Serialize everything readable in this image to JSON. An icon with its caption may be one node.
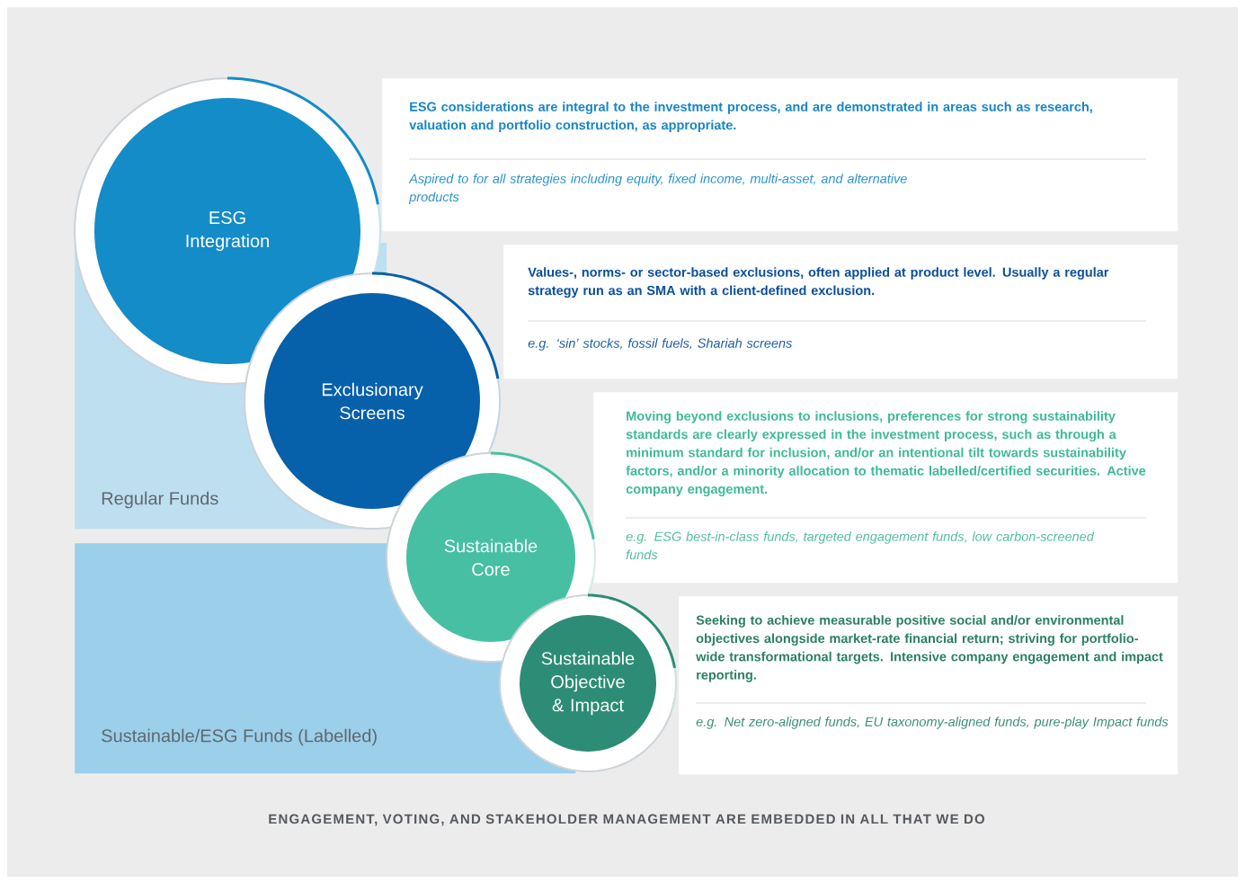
{
  "diagram": {
    "caption": "ENGAGEMENT, VOTING, AND STAKEHOLDER MANAGEMENT ARE EMBEDDED IN ALL THAT WE DO",
    "nodes": [
      {
        "text": [
          "ESG Integration"
        ]
      },
      {
        "text": [
          "ESG considerations are integral to the investment process, and are demonstrated in areas such as research, valuation and portfolio construction, as appropriate.",
          "Aspired to for all strategies including equity, fixed income, multi-asset, and alternative products"
        ]
      },
      {
        "text": [
          "Exclusionary Screens"
        ]
      },
      {
        "text": [
          "Values-, norms- or sector-based exclusions, often applied at product level. Usually a regular strategy run as an SMA with a client-defined exclusion.",
          "e.g. ‘sin’ stocks, fossil fuels, Shariah screens"
        ]
      },
      {
        "text": [
          "Sustainable Core"
        ]
      },
      {
        "text": [
          "Moving beyond exclusions to inclusions, preferences for strong sustainability standards are clearly expressed in the investment process, such as through a minimum standard for inclusion, and/or an intentional tilt towards sustainability factors, and/or a minority allocation to thematic labelled/certified securities. Active company engagement.",
          "e.g. ESG best-in-class funds, targeted engagement funds, low carbon-screened funds"
        ]
      },
      {
        "text": [
          "Sustainable Objective & Impact"
        ]
      },
      {
        "text": [
          "Seeking to achieve measurable positive social and/or environmental objectives alongside market-rate financial return; striving for portfolio-wide transformational targets. Intensive company engagement and impact reporting.",
          "e.g. Net zero-aligned funds, EU taxonomy-aligned funds, pure-play Impact funds"
        ]
      },
      {
        "text": [
          "Regular Funds"
        ]
      },
      {
        "text": [
          "Sustainable/ESG Funds (Labelled)"
        ]
      }
    ]
  }
}
